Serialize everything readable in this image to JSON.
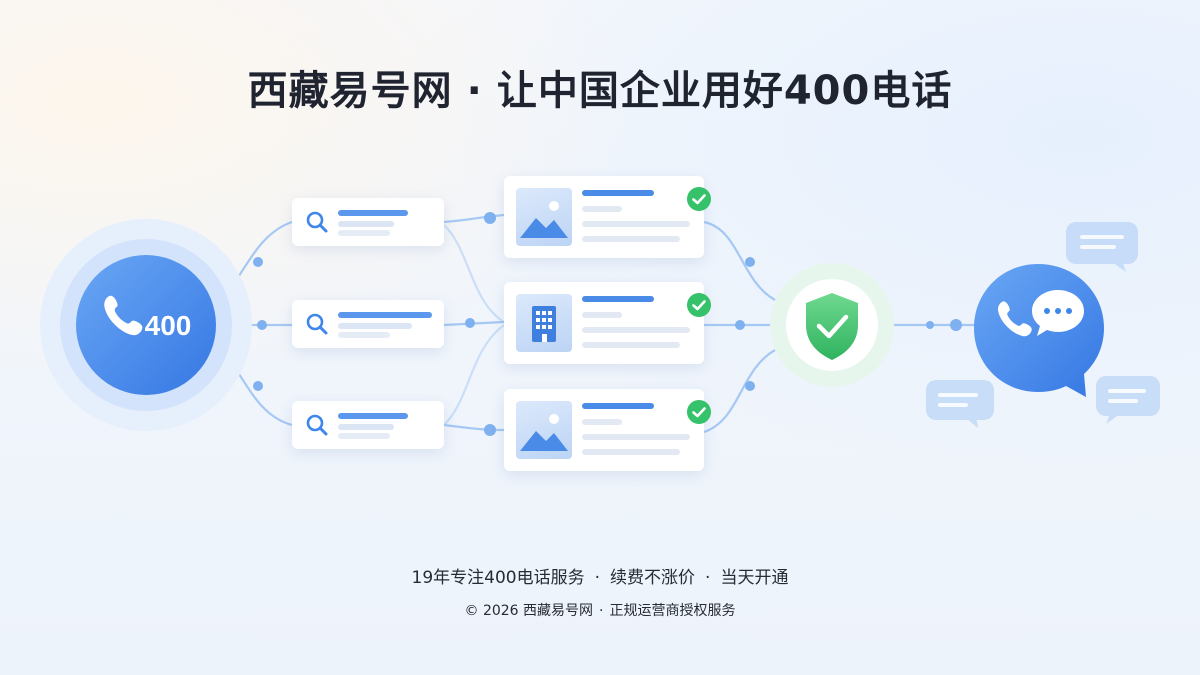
{
  "title": {
    "brand": "西藏易号网",
    "separator": "·",
    "slogan": "让中国企业用好400电话"
  },
  "left_badge": {
    "label": "400",
    "icon": "phone-icon"
  },
  "right_badge": {
    "icon": "phone-chat-icon"
  },
  "center_badge": {
    "icon": "shield-check-icon"
  },
  "search_cards": [
    {
      "icon": "search-icon"
    },
    {
      "icon": "search-icon"
    },
    {
      "icon": "search-icon"
    }
  ],
  "result_cards": [
    {
      "thumb": "image-icon",
      "status": "check-icon"
    },
    {
      "thumb": "building-icon",
      "status": "check-icon"
    },
    {
      "thumb": "image-icon",
      "status": "check-icon"
    }
  ],
  "colors": {
    "primary": "#3f86ea",
    "primary_light": "#8fbaf3",
    "success": "#35c26b",
    "text_dark": "#1f2430"
  },
  "footer": {
    "line1": [
      "19年专注400电话服务",
      "续费不涨价",
      "当天开通"
    ],
    "line1_separator": "·",
    "line2": {
      "copyright": "© 2026 西藏易号网",
      "separator": "·",
      "note": "正规运营商授权服务"
    }
  }
}
